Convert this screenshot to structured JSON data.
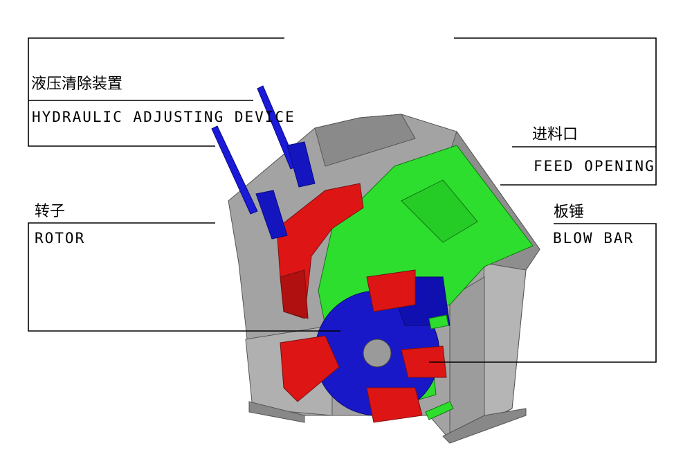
{
  "title": "Impact crusher components",
  "labels": {
    "hydraulic": {
      "zh": "液压清除装置",
      "en": "HYDRAULIC ADJUSTING DEVICE"
    },
    "feed": {
      "zh": "进料口",
      "en": "FEED OPENING"
    },
    "rotor": {
      "zh": "转子",
      "en": "ROTOR"
    },
    "blowbar": {
      "zh": "板锤",
      "en": "BLOW BAR"
    }
  },
  "colors": {
    "frame": "#9a9a9a",
    "liner": "#22dd22",
    "blow_bar": "#dd1111",
    "rotor": "#1010cc",
    "cylinder": "#1a1ad8"
  }
}
